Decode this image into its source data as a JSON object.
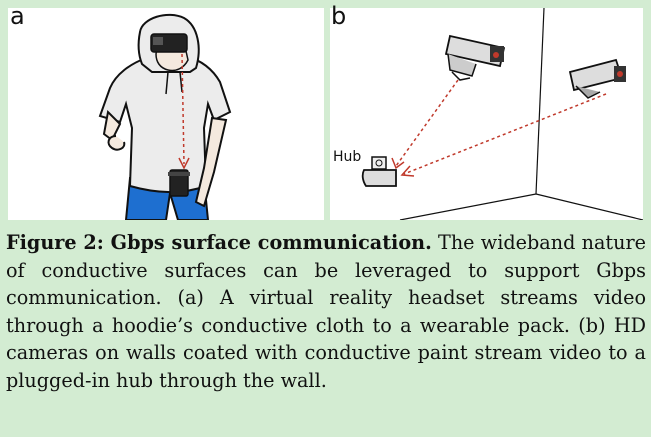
{
  "figure": {
    "panel_a_label": "a",
    "panel_b_label": "b",
    "hub_label": "Hub",
    "caption_heading": "Figure 2: Gbps surface communication.",
    "caption_body": " The wideband nature of conductive surfaces can be leveraged to support Gbps communication. (a) A virtual reality headset streams video through a hoodie’s conductive cloth to a wearable pack. (b) HD cameras on walls coated with conductive paint stream video to a plugged-in hub through the wall."
  },
  "colors": {
    "background": "#d3ecd2",
    "panel": "#ffffff",
    "shirt": "#ececec",
    "pants": "#1e6fd0",
    "arrow": "#c0392b",
    "line": "#111111"
  },
  "icons": [
    "person-illustration",
    "vr-headset-icon",
    "wearable-pack-icon",
    "security-camera-icon",
    "hub-icon"
  ]
}
